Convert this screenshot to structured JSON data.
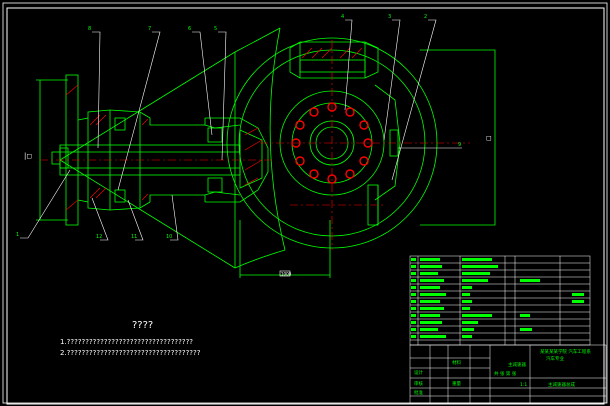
{
  "notes": {
    "title": "????",
    "line1": "1.??????????????????????????????????",
    "line2": "2.????????????????????????????????????"
  },
  "dimensions": {
    "bottom": "1000",
    "left": "|◻",
    "right": "◻"
  },
  "title_block": {
    "drawing_name": "主减速器",
    "school": "某某某某学院 汽车工程系",
    "school2": "汽车专业",
    "drawing_no": "主减速器总成",
    "scale": "1:1",
    "sheet": "共 张 第 张",
    "designer": "设计",
    "checker": "审核",
    "approve": "批准",
    "material": "材料",
    "weight": "重量"
  },
  "colors": {
    "line": "#00ff00",
    "leader": "#ffffff",
    "hatch": "#ff0000",
    "center": "#ff0000",
    "bolt": "#ff0000",
    "frame": "#ffffff"
  }
}
